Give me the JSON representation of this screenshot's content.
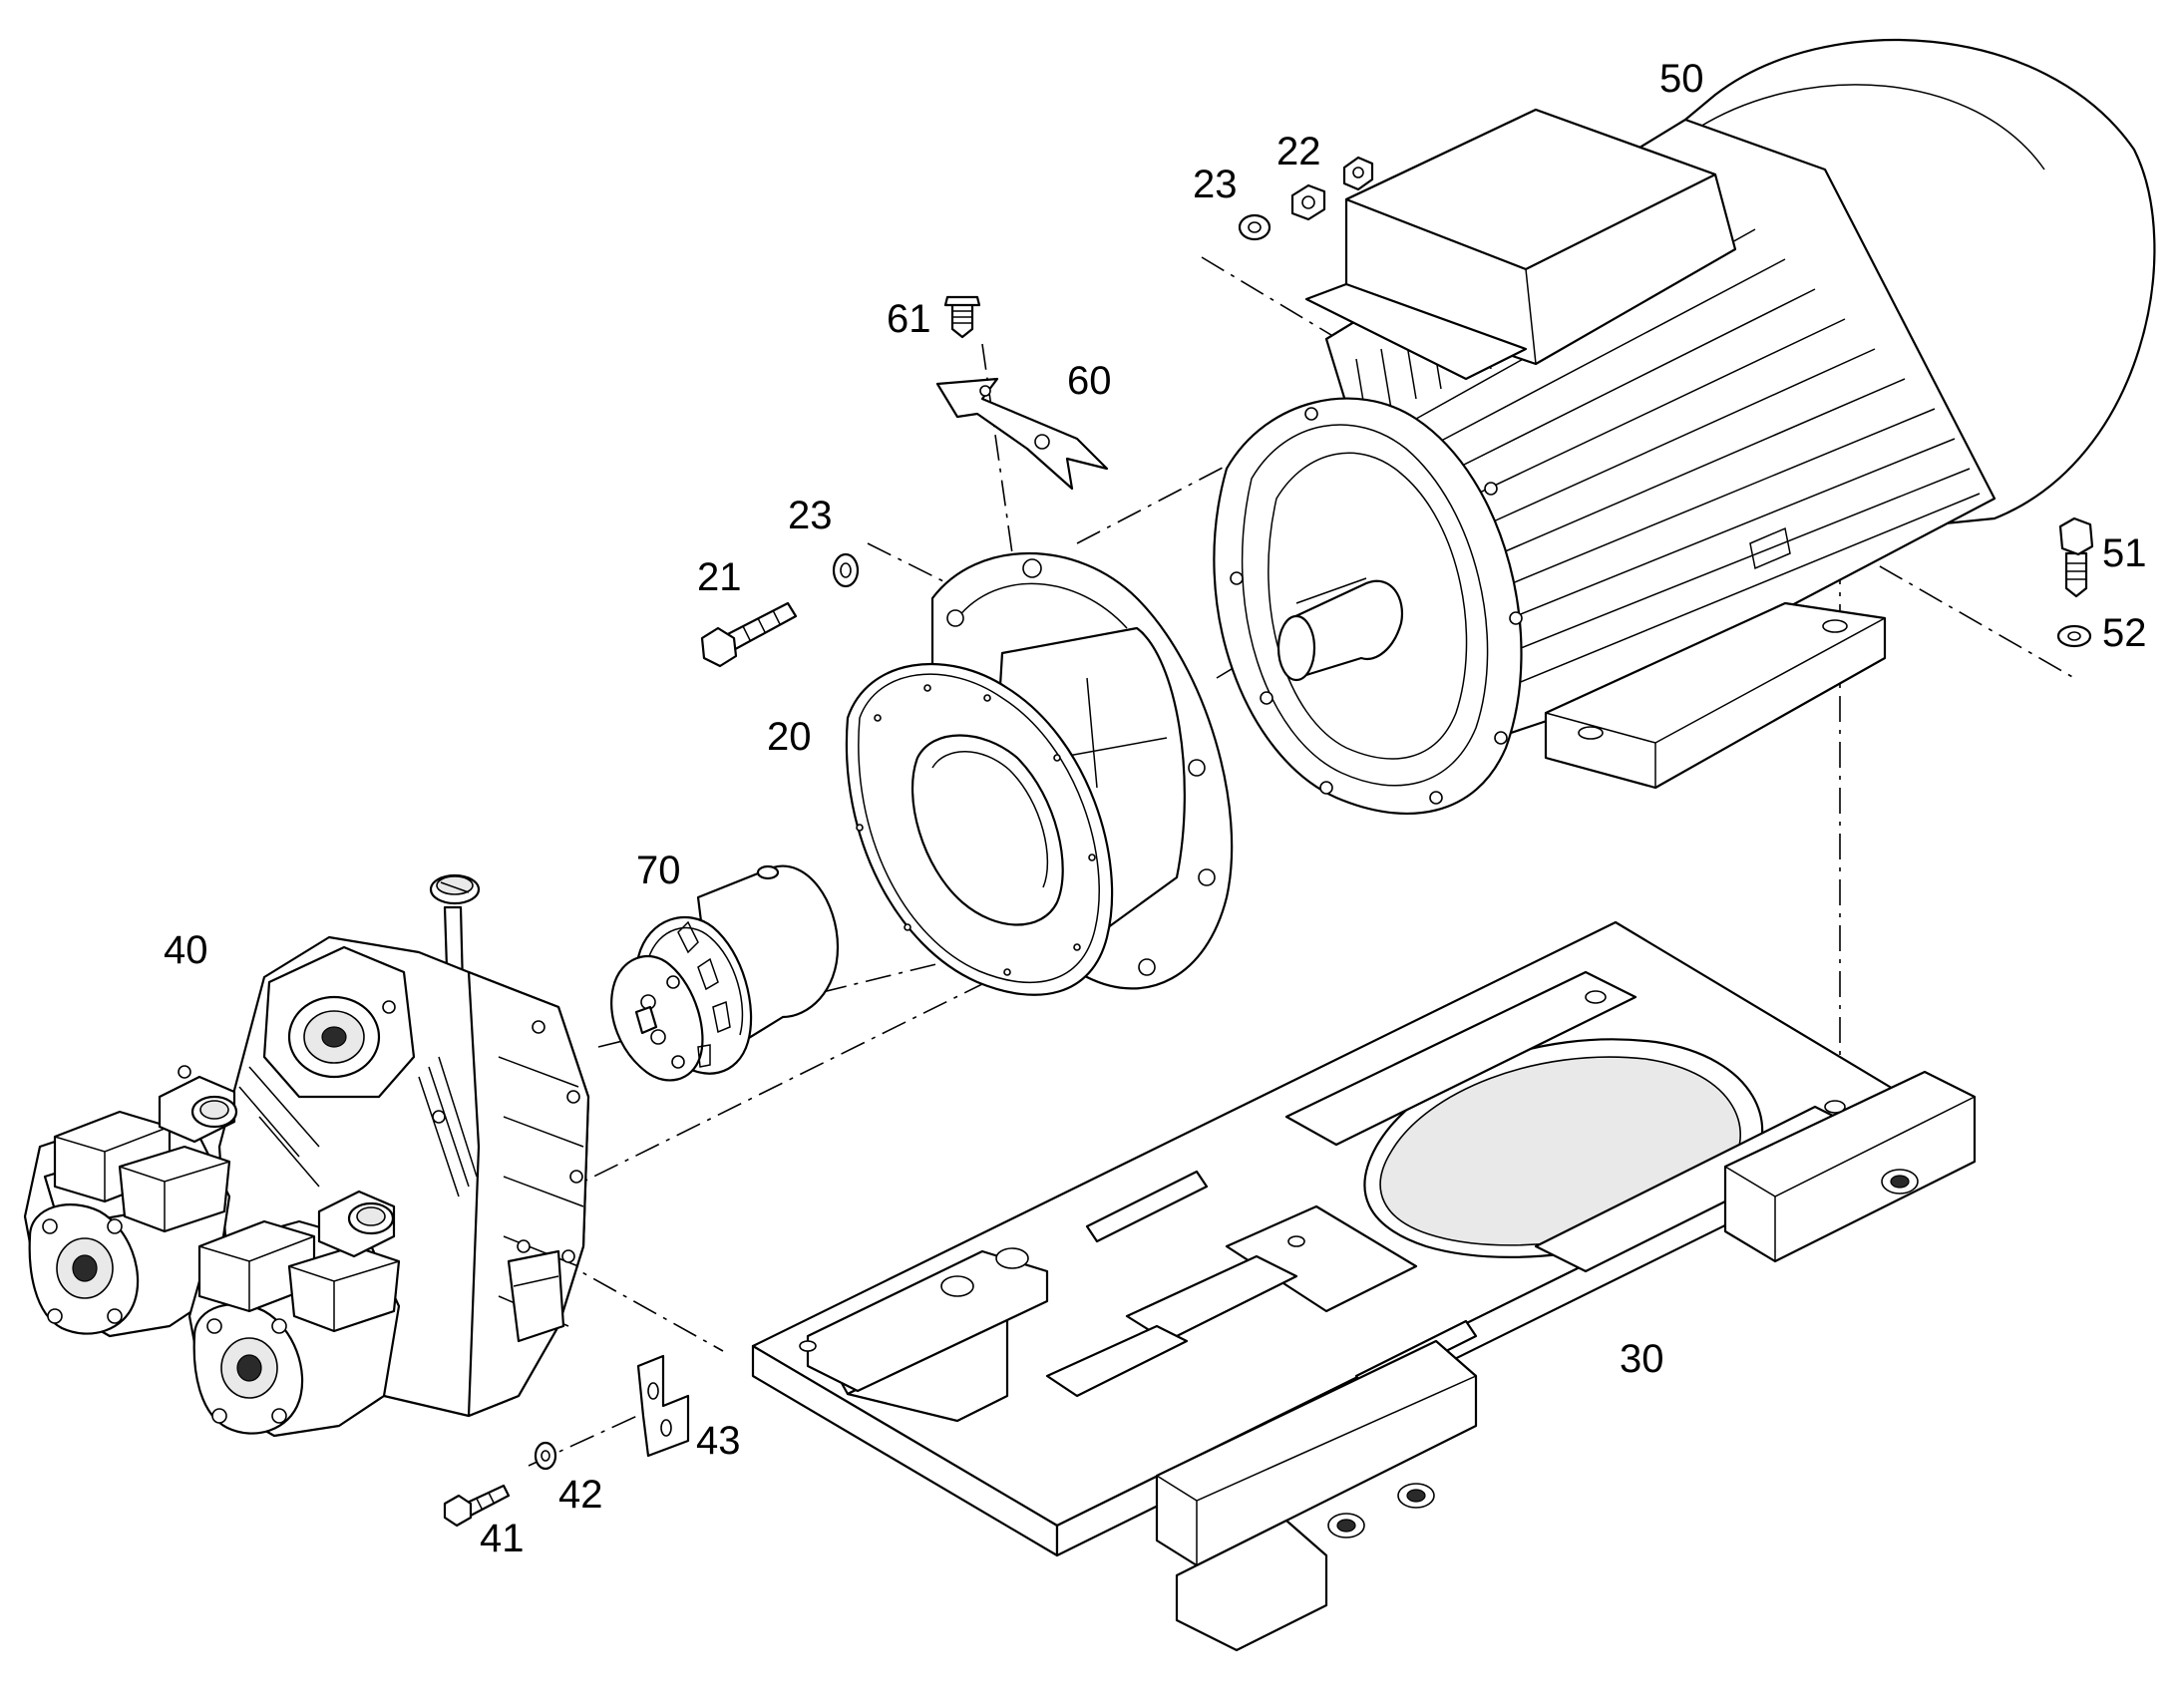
{
  "diagram": {
    "callouts": [
      {
        "id": "c50",
        "text": "50"
      },
      {
        "id": "c22",
        "text": "22"
      },
      {
        "id": "c23a",
        "text": "23"
      },
      {
        "id": "c61",
        "text": "61"
      },
      {
        "id": "c60",
        "text": "60"
      },
      {
        "id": "c23b",
        "text": "23"
      },
      {
        "id": "c21",
        "text": "21"
      },
      {
        "id": "c20",
        "text": "20"
      },
      {
        "id": "c70",
        "text": "70"
      },
      {
        "id": "c40",
        "text": "40"
      },
      {
        "id": "c51",
        "text": "51"
      },
      {
        "id": "c52",
        "text": "52"
      },
      {
        "id": "c30",
        "text": "30"
      },
      {
        "id": "c43",
        "text": "43"
      },
      {
        "id": "c42",
        "text": "42"
      },
      {
        "id": "c41",
        "text": "41"
      }
    ]
  }
}
